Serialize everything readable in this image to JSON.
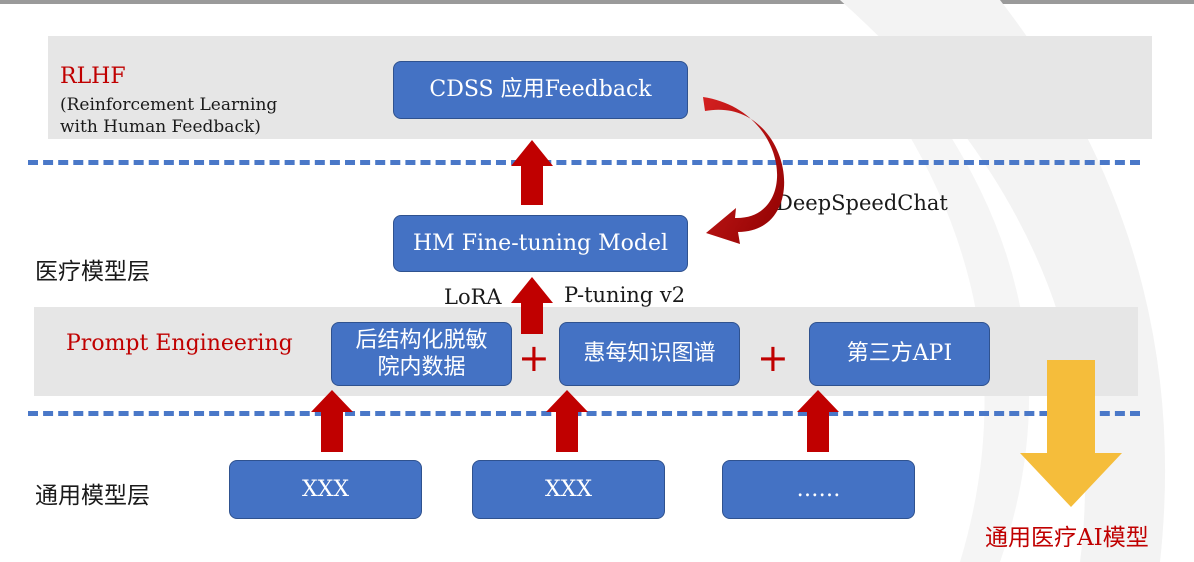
{
  "rlhf": {
    "title": "RLHF",
    "subtitle_line1": "(Reinforcement Learning",
    "subtitle_line2": "with Human Feedback)"
  },
  "layers": {
    "medical": "医疗模型层",
    "general": "通用模型层",
    "prompt": "Prompt Engineering"
  },
  "boxes": {
    "cdss": "CDSS 应用Feedback",
    "hm": "HM Fine-tuning Model",
    "hospital_line1": "后结构化脱敏",
    "hospital_line2": "院内数据",
    "kg": "惠每知识图谱",
    "api": "第三方API",
    "gen1": "XXX",
    "gen2": "XXX",
    "gen3": "……"
  },
  "annotations": {
    "deepspeed": "DeepSpeedChat",
    "lora": "LoRA",
    "ptuning": "P-tuning v2",
    "plus": "+",
    "result": "通用医疗AI模型"
  },
  "colors": {
    "box_fill": "#4472c4",
    "arrow_red": "#c00000",
    "arrow_gold": "#f5bd3b",
    "dash_blue": "#4a78c8",
    "band_gray": "#e6e6e6"
  }
}
